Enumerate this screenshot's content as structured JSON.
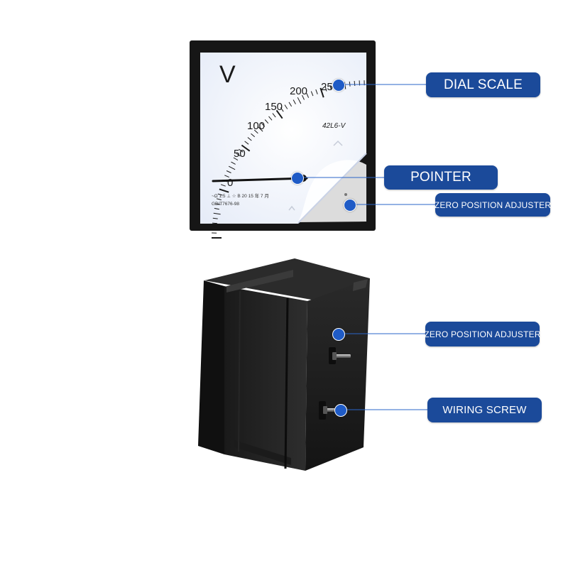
{
  "meter": {
    "unit_symbol": "V",
    "scale_labels": [
      "0",
      "50",
      "100",
      "150",
      "200",
      "250"
    ],
    "model": "42L6-V",
    "spec_line": "~Ω 1.5 ⊥ ☆ B 20 15 年 7 月",
    "standard": "GB/T7676-98"
  },
  "callouts": {
    "dial_scale": "DIAL SCALE",
    "pointer": "POINTER",
    "zero_position_adjuster_top": "ZERO POSITION ADJUSTER",
    "zero_position_adjuster_bottom": "ZERO POSITION ADJUSTER",
    "wiring_screw": "WIRING SCREW"
  },
  "colors": {
    "callout_bg": "#1b4a9a",
    "leader_line": "#2a64c8",
    "meter_frame": "#161616",
    "dial_face": "#f6f8fd"
  }
}
